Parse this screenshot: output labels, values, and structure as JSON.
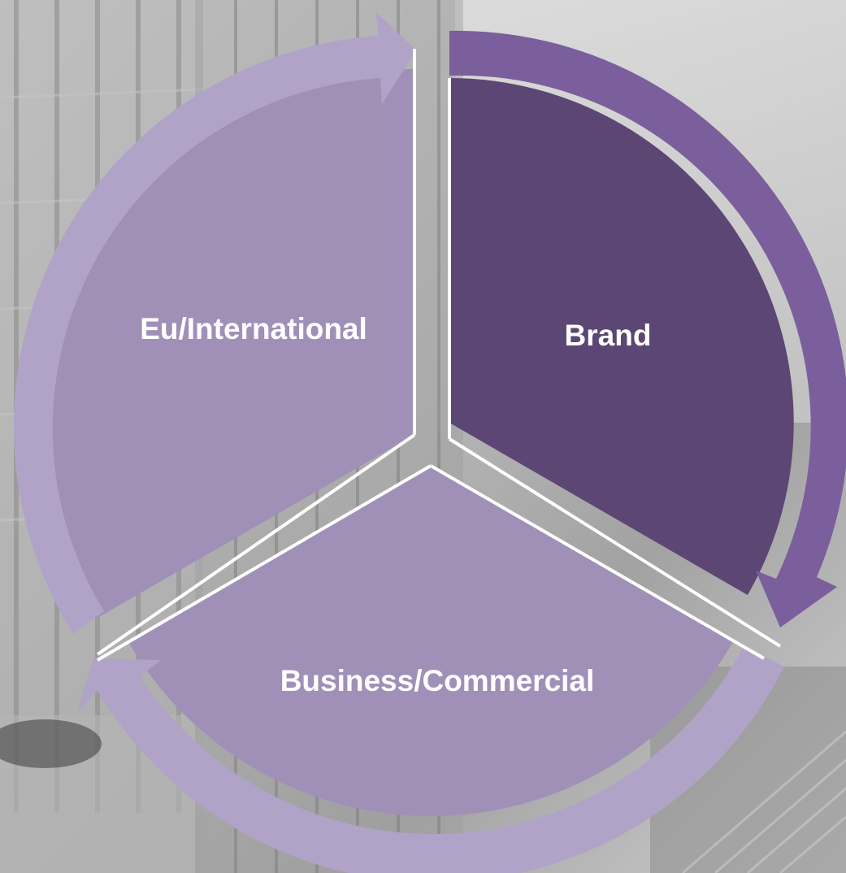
{
  "diagram": {
    "type": "cycle",
    "segments": [
      {
        "id": "brand",
        "label": "Brand",
        "fill": "#5c4674",
        "arrow": "#7b5f9c"
      },
      {
        "id": "business",
        "label": "Business/Commercial",
        "fill": "#a090b8",
        "arrow": "#b0a3c7"
      },
      {
        "id": "international",
        "label": "Eu/International",
        "fill": "#a090b8",
        "arrow": "#b0a3c7"
      }
    ],
    "background": {
      "description_colors": [
        "#d8d8d8",
        "#a8a8a8",
        "#e6e6e6",
        "#8e8e8e"
      ]
    }
  }
}
